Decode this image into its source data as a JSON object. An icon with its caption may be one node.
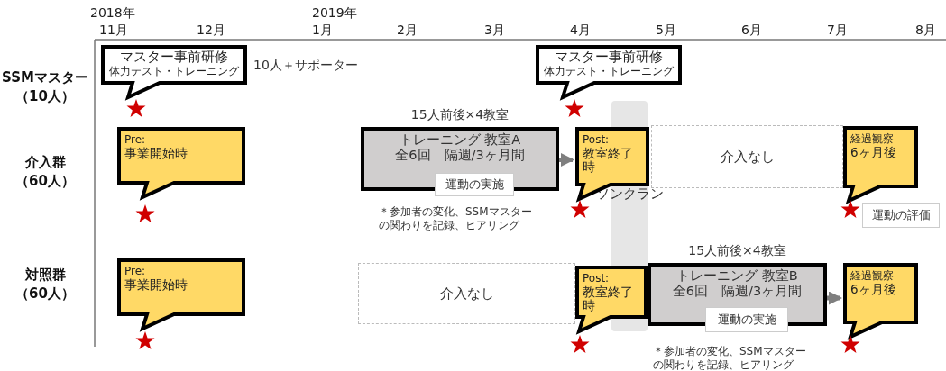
{
  "diagram": {
    "nodes": [
      {
        "text": [
          "マスター事前研修",
          "体力テスト・トレーニング"
        ],
        "beside": [
          "10人＋サポーター"
        ]
      },
      {
        "text": [],
        "shape": "star"
      },
      {
        "text": [
          "マスター事前研修",
          "体力テスト・トレーニング"
        ]
      },
      {
        "text": [],
        "shape": "star"
      },
      {
        "text": [
          "Pre:",
          "事業開始時"
        ]
      },
      {
        "text": [],
        "shape": "star"
      },
      {
        "text": [
          "トレーニング 教室A",
          "全6回　隔週/3ヶ月間"
        ],
        "beside": [
          "15人前後×4教室"
        ]
      },
      {
        "text": [
          "運動の実施"
        ],
        "in": 6
      },
      {
        "text": [
          "Post:",
          "教室終了時"
        ]
      },
      {
        "text": [],
        "shape": "star"
      },
      {
        "text": [
          "介入なし"
        ]
      },
      {
        "text": [
          "経過観察",
          "6ヶ月後"
        ]
      },
      {
        "text": [],
        "shape": "star"
      },
      {
        "text": [
          "運動の評価"
        ]
      },
      {
        "text": [
          "ソンクラン"
        ]
      },
      {
        "text": [
          "Pre:",
          "事業開始時"
        ]
      },
      {
        "text": [],
        "shape": "star"
      },
      {
        "text": [
          "介入なし"
        ]
      },
      {
        "text": [
          "Post:",
          "教室終了時"
        ]
      },
      {
        "text": [],
        "shape": "star"
      },
      {
        "text": [
          "トレーニング 教室B",
          "全6回　隔週/3ヶ月間"
        ],
        "beside": [
          "15人前後×4教室"
        ]
      },
      {
        "text": [
          "運動の実施"
        ],
        "in": 20
      },
      {
        "text": [
          "経過観察",
          "6ヶ月後"
        ]
      },
      {
        "text": [],
        "shape": "star"
      }
    ],
    "edges": [
      {
        "from": 6,
        "to": 8,
        "arrow": "to"
      },
      {
        "from": 20,
        "to": 22,
        "arrow": "to"
      }
    ],
    "labels": [
      "2018年",
      "2019年",
      "11月",
      "12月",
      "1月",
      "2月",
      "3月",
      "4月",
      "5月",
      "6月",
      "7月",
      "8月",
      "SSMマスター（10人）",
      "介入群（60人）",
      "対照群（60人）",
      "＊参加者の変化、SSMマスターの関わりを記録、ヒアリング",
      "＊参加者の変化、SSMマスターの関わりを記録、ヒアリング"
    ]
  }
}
